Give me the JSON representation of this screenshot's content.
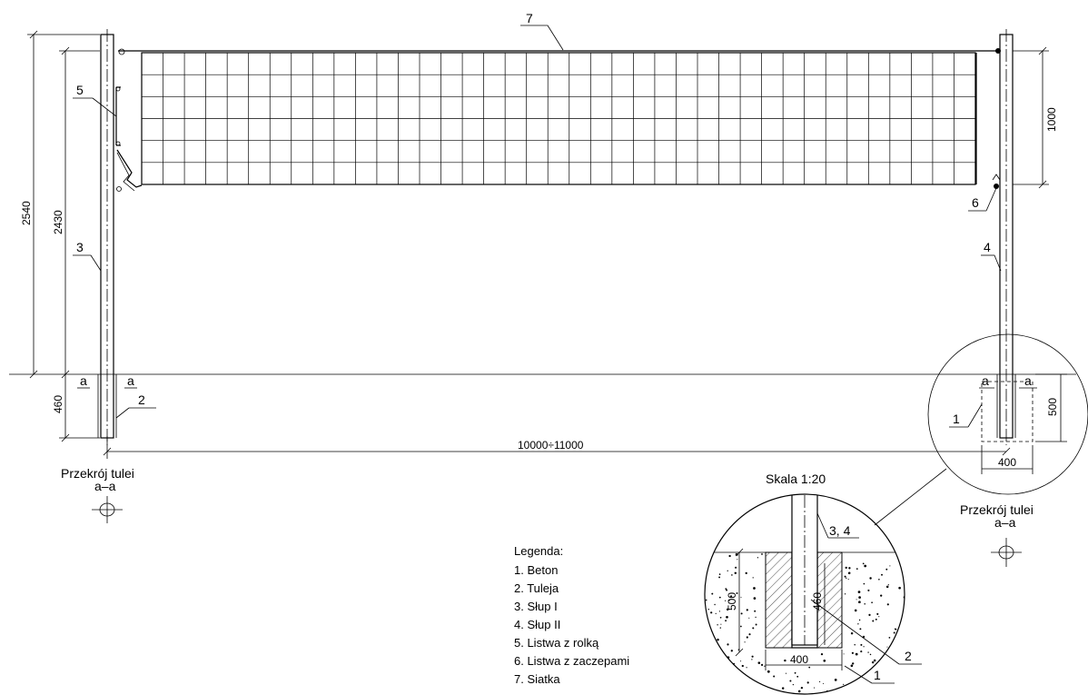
{
  "labels": {
    "n1": "1",
    "n2": "2",
    "n3": "3",
    "n4": "4",
    "n5": "5",
    "n6": "6",
    "n7": "7",
    "detail_3_4": "3, 4",
    "detail_2": "2",
    "detail_1": "1",
    "right_1": "1",
    "section_a": "a"
  },
  "dimensions": {
    "total_height": "2540",
    "net_top_height": "2430",
    "sleeve_depth": "460",
    "net_height": "1000",
    "span": "10000÷11000",
    "foundation_depth": "500",
    "foundation_width": "400",
    "detail_depth": "500",
    "detail_sleeve": "460",
    "detail_width": "400"
  },
  "section_title": "Przekrój tulei",
  "section_mark": "a–a",
  "scale_label": "Skala 1:20",
  "legend": {
    "title": "Legenda:",
    "items": [
      "1. Beton",
      "2. Tuleja",
      "3. Słup I",
      "4. Słup II",
      "5. Listwa z rolką",
      "6. Listwa z zaczepami",
      "7. Siatka"
    ]
  }
}
